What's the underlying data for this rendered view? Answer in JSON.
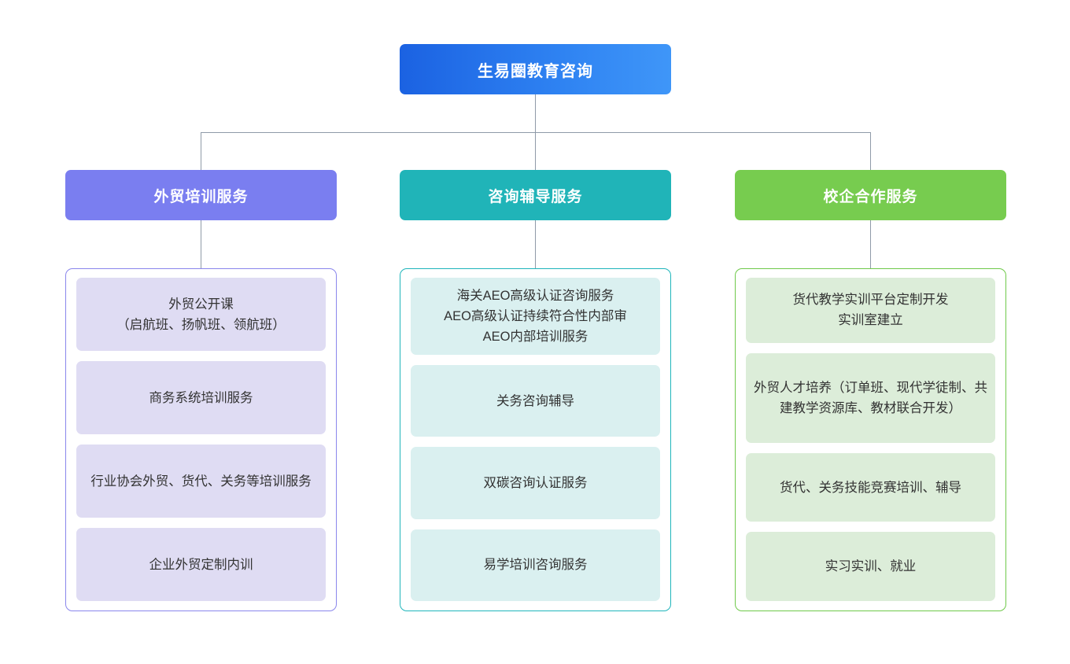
{
  "diagram": {
    "type": "organization-chart",
    "root": {
      "label": "生易圈教育咨询",
      "color": "#1b62e2",
      "color_end": "#3f96f8"
    },
    "branches": [
      {
        "label": "外贸培训服务",
        "header_color": "#7a7ef0",
        "border_color": "#8a86ec",
        "leaf_color": "#dfdcf3",
        "items": [
          {
            "label": "外贸公开课\n（启航班、扬帆班、领航班）",
            "flex": 1
          },
          {
            "label": "商务系统培训服务",
            "flex": 1
          },
          {
            "label": "行业协会外贸、货代、关务等培训服务",
            "flex": 1
          },
          {
            "label": "企业外贸定制内训",
            "flex": 1
          }
        ]
      },
      {
        "label": "咨询辅导服务",
        "header_color": "#20b4b8",
        "border_color": "#1fb5bb",
        "leaf_color": "#daf0f0",
        "items": [
          {
            "label": "海关AEO高级认证咨询服务\nAEO高级认证持续符合性内部审\nAEO内部培训服务",
            "flex": 1.08
          },
          {
            "label": "关务咨询辅导",
            "flex": 1
          },
          {
            "label": "双碳咨询认证服务",
            "flex": 1
          },
          {
            "label": "易学培训咨询服务",
            "flex": 1
          }
        ]
      },
      {
        "label": "校企合作服务",
        "header_color": "#77cc4f",
        "border_color": "#6fc94a",
        "leaf_color": "#dcedd9",
        "items": [
          {
            "label": "货代教学实训平台定制开发\n实训室建立",
            "flex": 0.88
          },
          {
            "label": "外贸人才培养（订单班、现代学徒制、共建教学资源库、教材联合开发）",
            "flex": 1.25
          },
          {
            "label": "货代、关务技能竞赛培训、辅导",
            "flex": 0.93
          },
          {
            "label": "实习实训、就业",
            "flex": 0.94
          }
        ]
      }
    ],
    "connectors": {
      "color": "#8f9aa8"
    }
  }
}
